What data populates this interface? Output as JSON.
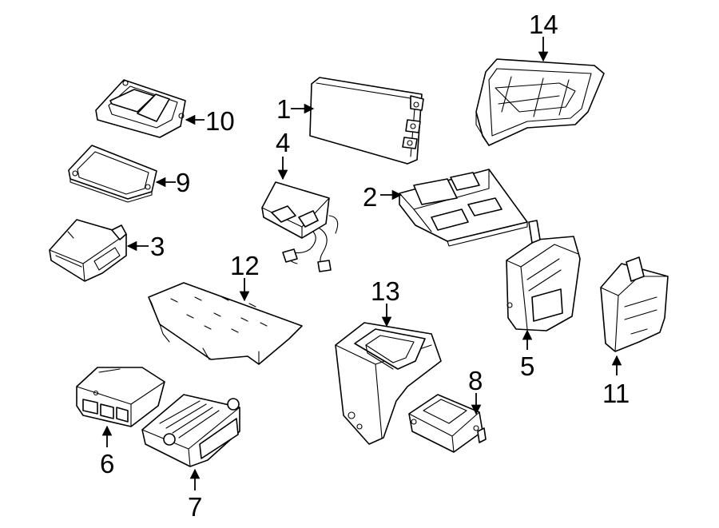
{
  "diagram": {
    "background_color": "#ffffff",
    "line_color": "#000000",
    "callouts": [
      {
        "id": "1",
        "label": "1"
      },
      {
        "id": "2",
        "label": "2"
      },
      {
        "id": "3",
        "label": "3"
      },
      {
        "id": "4",
        "label": "4"
      },
      {
        "id": "5",
        "label": "5"
      },
      {
        "id": "6",
        "label": "6"
      },
      {
        "id": "7",
        "label": "7"
      },
      {
        "id": "8",
        "label": "8"
      },
      {
        "id": "9",
        "label": "9"
      },
      {
        "id": "10",
        "label": "10"
      },
      {
        "id": "11",
        "label": "11"
      },
      {
        "id": "12",
        "label": "12"
      },
      {
        "id": "13",
        "label": "13"
      },
      {
        "id": "14",
        "label": "14"
      }
    ]
  }
}
